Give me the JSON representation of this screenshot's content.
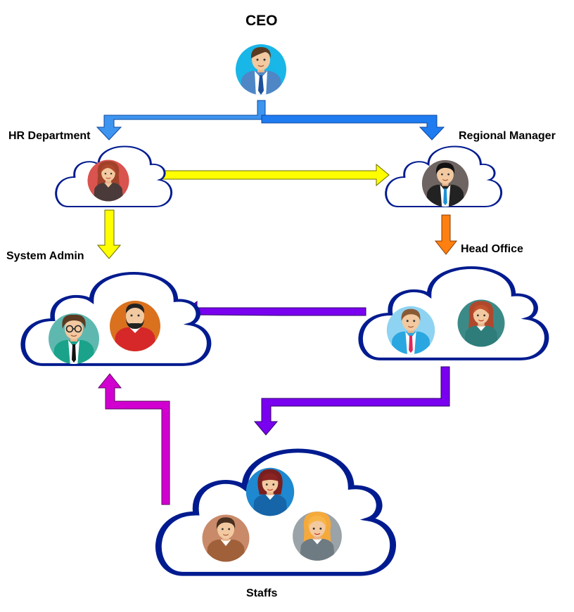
{
  "labels": {
    "ceo": "CEO",
    "hr": "HR Department",
    "regional": "Regional Manager",
    "sysadmin": "System Admin",
    "headoffice": "Head Office",
    "staffs": "Staffs"
  },
  "colors": {
    "cloud_stroke": "#001b8f",
    "arrow_blue": "#1e7bf0",
    "arrow_yellow": "#ffff00",
    "arrow_orange": "#ff7f10",
    "arrow_purple": "#7a00f0",
    "arrow_magenta": "#d100d1"
  },
  "groups": [
    {
      "id": "ceo",
      "members": [
        "man-blue-tie-avatar"
      ]
    },
    {
      "id": "hr",
      "members": [
        "woman-red-hair-avatar"
      ]
    },
    {
      "id": "regional",
      "members": [
        "man-black-suit-avatar"
      ]
    },
    {
      "id": "sysadmin",
      "members": [
        "man-glasses-avatar",
        "man-beard-avatar"
      ]
    },
    {
      "id": "headoffice",
      "members": [
        "man-light-avatar",
        "woman-teal-avatar"
      ]
    },
    {
      "id": "staffs",
      "members": [
        "woman-blue-avatar",
        "man-brown-avatar",
        "woman-blonde-avatar"
      ]
    }
  ],
  "connections": [
    {
      "from": "ceo",
      "to": "hr",
      "color": "arrow_blue"
    },
    {
      "from": "ceo",
      "to": "regional",
      "color": "arrow_blue"
    },
    {
      "from": "hr",
      "to": "regional",
      "color": "arrow_yellow"
    },
    {
      "from": "hr",
      "to": "sysadmin",
      "color": "arrow_yellow"
    },
    {
      "from": "regional",
      "to": "headoffice",
      "color": "arrow_orange"
    },
    {
      "from": "headoffice",
      "to": "sysadmin",
      "color": "arrow_purple"
    },
    {
      "from": "headoffice",
      "to": "staffs",
      "color": "arrow_purple"
    },
    {
      "from": "staffs",
      "to": "sysadmin",
      "color": "arrow_magenta"
    }
  ]
}
